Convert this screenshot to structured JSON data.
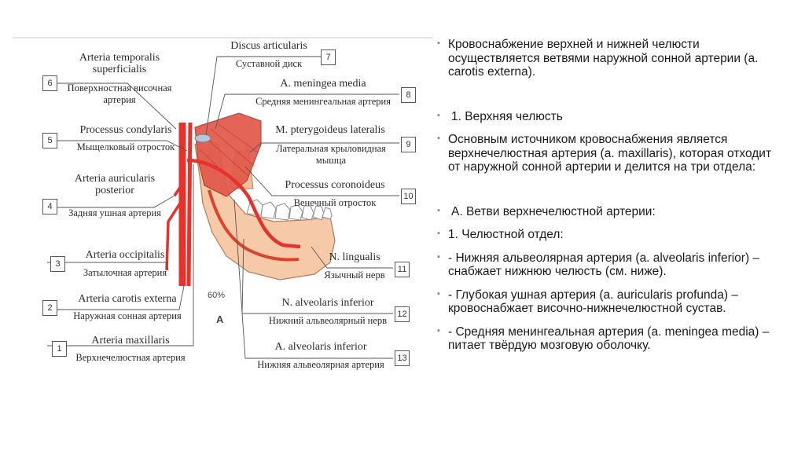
{
  "figure": {
    "labels": [
      {
        "num": "1",
        "latin": "Arteria maxillaris",
        "russian": "Верхнечелюстная артерия"
      },
      {
        "num": "2",
        "latin": "Arteria carotis externa",
        "russian": "Наружная сонная артерия"
      },
      {
        "num": "3",
        "latin": "Arteria occipitalis",
        "russian": "Затылочная артерия"
      },
      {
        "num": "4",
        "latin": "Arteria auricularis posterior",
        "russian": "Задняя ушная артерия"
      },
      {
        "num": "5",
        "latin": "Processus condylaris",
        "russian": "Мыщелковый отросток"
      },
      {
        "num": "6",
        "latin": "Arteria temporalis superficialis",
        "russian": "Поверхностная височная артерия"
      },
      {
        "num": "7",
        "latin": "Discus articularis",
        "russian": "Суставной диск"
      },
      {
        "num": "8",
        "latin": "A. meningea media",
        "russian": "Средняя менингеальная артерия"
      },
      {
        "num": "9",
        "latin": "M. pterygoideus lateralis",
        "russian": "Латеральная крыловидная мышца"
      },
      {
        "num": "10",
        "latin": "Processus coronoideus",
        "russian": "Венечный отросток"
      },
      {
        "num": "11",
        "latin": "N. lingualis",
        "russian": "Язычный нерв"
      },
      {
        "num": "12",
        "latin": "N. alveolaris inferior",
        "russian": "Нижний альвеолярный нерв"
      },
      {
        "num": "13",
        "latin": "A. alveolaris inferior",
        "russian": "Нижняя альвеолярная артерия"
      }
    ],
    "scale_note": "60%",
    "panel_letter": "A"
  },
  "text": {
    "p1": "Кровоснабжение верхней и нижней челюсти осуществляется ветвями наружной сонной артерии (a. carotis externa).",
    "p2": "1. Верхняя челюсть",
    "p3": "Основным источником кровоснабжения является верхнечелюстная артерия (a. maxillaris), которая отходит от наружной сонной артерии и делится на три отдела:",
    "p4": "А. Ветви верхнечелюстной артерии:",
    "p5": "1. Челюстной отдел:",
    "p6": "- Нижняя альвеолярная артерия (a. alveolaris inferior) – снабжает нижнюю челюсть (см. ниже).",
    "p7": "- Глубокая ушная артерия (a. auricularis profunda) – кровоснабжает височно-нижнечелюстной сустав.",
    "p8": "- Средняя менингеальная артерия (a. meningea media) – питает твёрдую мозговую оболочку."
  },
  "colors": {
    "artery": "#e5322b",
    "bone": "#f6c9a8",
    "muscle": "#e2574a",
    "bullet": "#888888",
    "text": "#1a1a1a"
  }
}
